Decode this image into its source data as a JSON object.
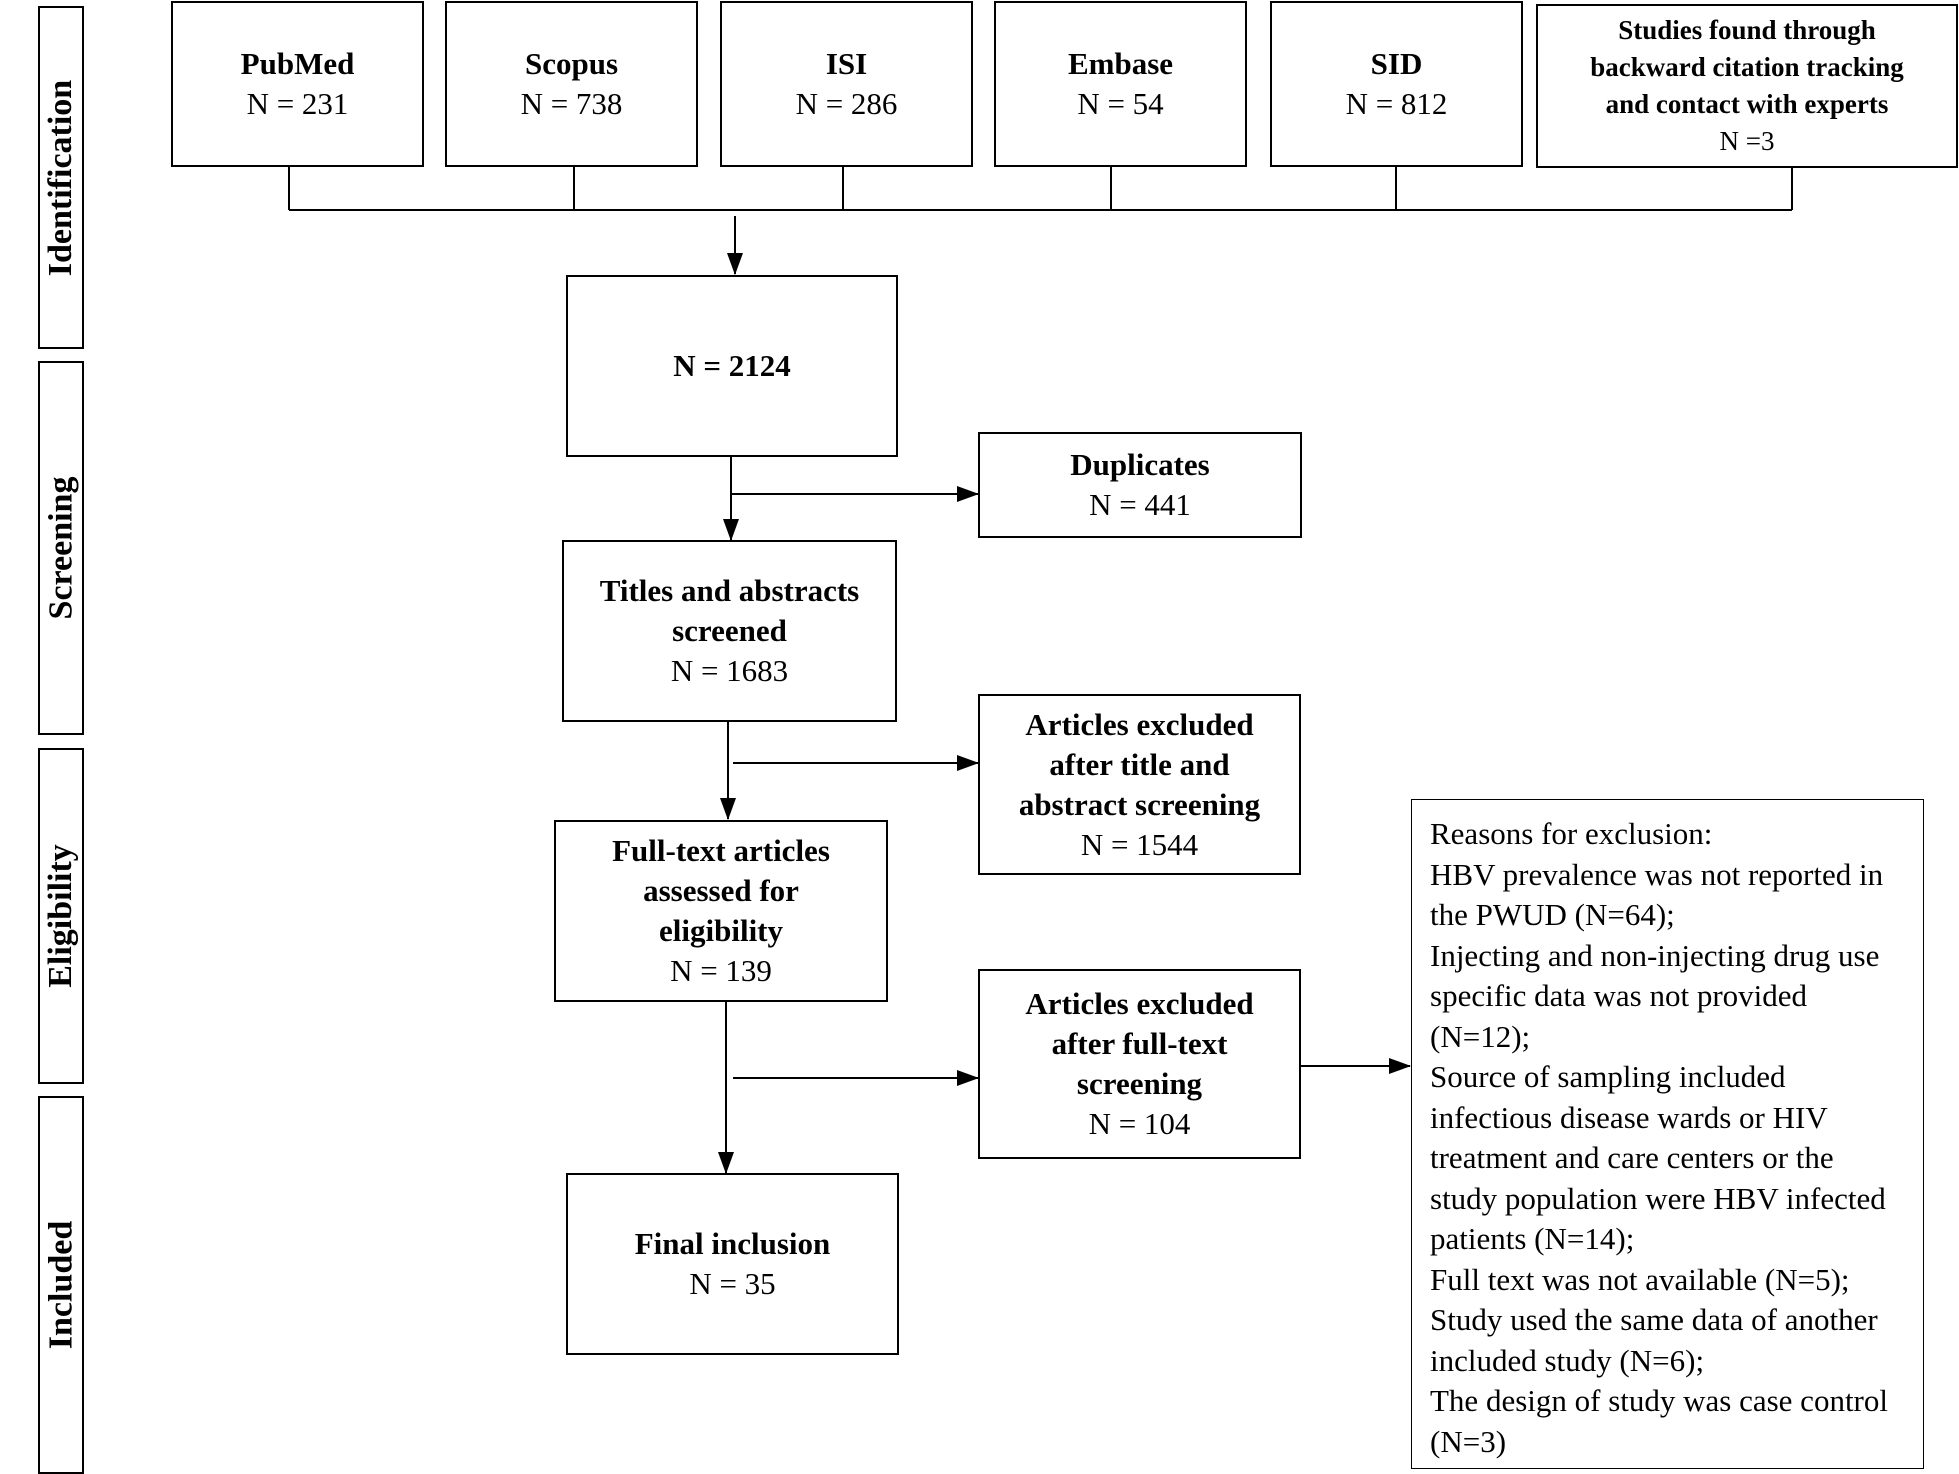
{
  "stages": [
    "Identification",
    "Screening",
    "Eligibility",
    "Included"
  ],
  "sources": [
    {
      "title": "PubMed",
      "count": "N = 231"
    },
    {
      "title": "Scopus",
      "count": "N = 738"
    },
    {
      "title": "ISI",
      "count": "N = 286"
    },
    {
      "title": "Embase",
      "count": "N = 54"
    },
    {
      "title": "SID",
      "count": "N = 812"
    },
    {
      "title_lines": [
        "Studies found through",
        "backward citation tracking",
        "and contact with experts"
      ],
      "count": "N =3"
    }
  ],
  "total": {
    "title": "N = 2124"
  },
  "duplicates": {
    "title": "Duplicates",
    "count": "N = 441"
  },
  "titles_screened": {
    "title_lines": [
      "Titles and abstracts",
      "screened"
    ],
    "count": "N = 1683"
  },
  "excluded_title_abstract": {
    "title_lines": [
      "Articles excluded",
      "after title and",
      "abstract screening"
    ],
    "count": "N = 1544"
  },
  "full_text": {
    "title_lines": [
      "Full-text articles",
      "assessed for",
      "eligibility"
    ],
    "count": "N = 139"
  },
  "excluded_full_text": {
    "title_lines": [
      "Articles excluded",
      "after full-text",
      "screening"
    ],
    "count": "N = 104"
  },
  "final": {
    "title": "Final inclusion",
    "count": "N = 35"
  },
  "reasons": [
    "Reasons for exclusion:",
    "HBV prevalence was not reported in",
    "the PWUD (N=64);",
    "Injecting and non-injecting drug use",
    "specific data was not provided",
    "(N=12);",
    "Source of sampling included",
    "infectious disease wards or HIV",
    "treatment and care centers or the",
    "study population were HBV infected",
    "patients (N=14);",
    "Full text was not available (N=5);",
    "Study used the same data of another",
    "included study (N=6);",
    "The design of study was case control",
    "(N=3)"
  ]
}
